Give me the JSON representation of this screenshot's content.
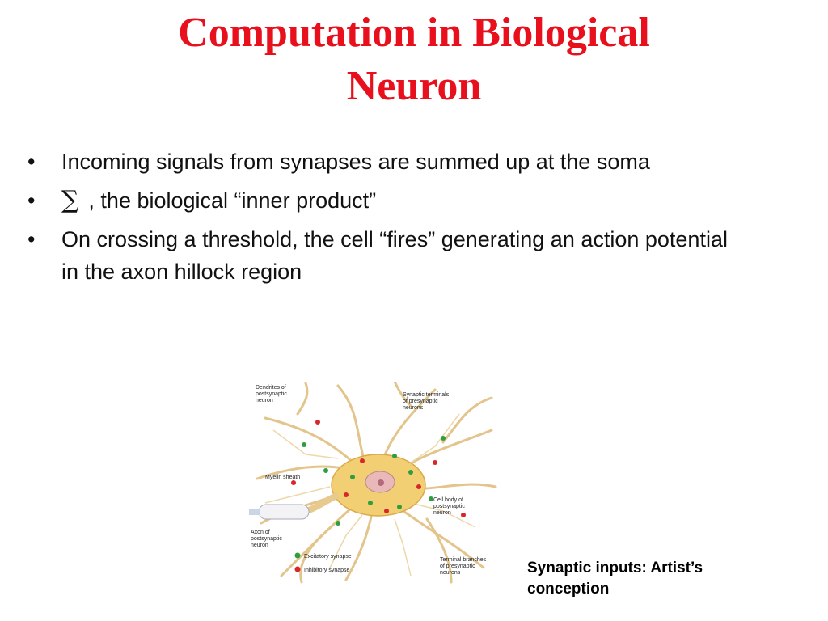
{
  "slide": {
    "title_line1": "Computation in Biological",
    "title_line2": "Neuron",
    "bullets": [
      {
        "text": "Incoming signals from synapses are summed up at the soma"
      },
      {
        "symbol": "∑",
        "text": ", the biological “inner product”"
      },
      {
        "text": "On crossing a threshold, the cell “fires” generating an action potential in the axon hillock region"
      }
    ],
    "bullet_glyph": "•",
    "caption": "Synaptic inputs: Artist’s conception"
  },
  "figure": {
    "labels": {
      "dendrites": "Dendrites of postsynaptic neuron",
      "terminals": "Synaptic terminals of presynaptic neurons",
      "myelin": "Myelin sheath",
      "cell_body": "Cell body of postsynaptic neuron",
      "axon": "Axon of postsynaptic neuron",
      "excitatory": "Excitatory synapse",
      "inhibitory": "Inhibitory synapse",
      "terminal_branches": "Terminal branches of presynaptic neurons"
    },
    "colors": {
      "title": "#e8101c",
      "dendrite": "#e8c98e",
      "soma": "#f2cf72",
      "excitatory": "#2e9e3e",
      "inhibitory": "#d8262b"
    }
  }
}
